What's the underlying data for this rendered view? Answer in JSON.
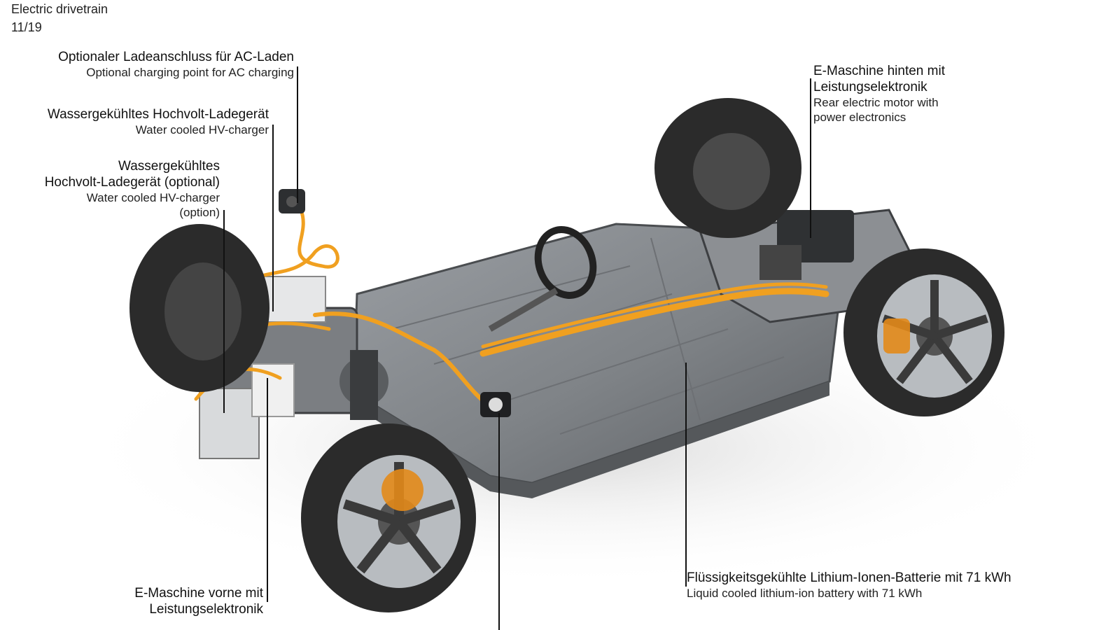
{
  "header": {
    "line1": "Electric drivetrain",
    "line2": "11/19"
  },
  "callouts": [
    {
      "id": "ac_charging_point",
      "de": "Optionaler Ladeanschluss für AC-Laden",
      "en": "Optional charging point for AC charging"
    },
    {
      "id": "hv_charger",
      "de": "Wassergekühltes Hochvolt-Ladegerät",
      "en": "Water cooled HV-charger"
    },
    {
      "id": "hv_charger_optional",
      "de_line1": "Wassergekühltes",
      "de_line2": "Hochvolt-Ladegerät (optional)",
      "en_line1": "Water cooled HV-charger",
      "en_line2": "(option)"
    },
    {
      "id": "rear_motor",
      "de_line1": "E-Maschine hinten mit",
      "de_line2": "Leistungselektronik",
      "en_line1": "Rear electric motor with",
      "en_line2": "power electronics"
    },
    {
      "id": "front_motor",
      "de_line1": "E-Maschine vorne mit",
      "de_line2": "Leistungselektronik"
    },
    {
      "id": "battery",
      "de": "Flüssigkeitsgekühlte Lithium-Ionen-Batterie mit 71 kWh",
      "en": "Liquid cooled lithium-ion battery with 71 kWh"
    }
  ],
  "colors": {
    "leader_line": "#111111",
    "cable_orange": "#f0a020",
    "battery_grey": "#8a8d91",
    "tire_dark": "#2b2b2b",
    "rim_silver": "#b8bcc0"
  }
}
